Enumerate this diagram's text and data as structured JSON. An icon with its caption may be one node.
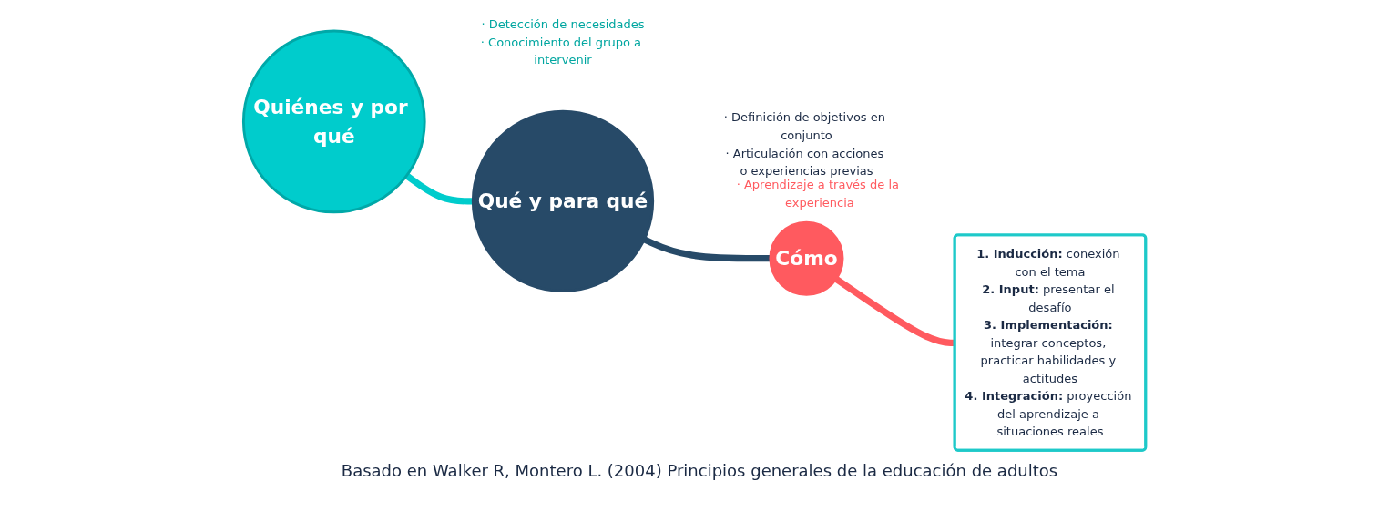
{
  "diagram": {
    "caption": "Basado en Walker R, Montero L. (2004) Principios generales de la educación de adultos",
    "nodes": [
      {
        "text": [
          "Quiénes y por qué"
        ],
        "beside": [
          "· Detección de necesidades",
          "· Conocimiento del grupo a intervenir"
        ]
      },
      {
        "text": [
          "Qué y para qué"
        ],
        "beside": [
          "· Definición de objetivos en conjunto",
          "· Articulación con acciones o experiencias previas"
        ]
      },
      {
        "text": [
          "Cómo"
        ],
        "beside": [
          "· Aprendizaje a través de la experiencia"
        ]
      },
      {
        "text": [
          "**1. Inducción:** conexión con el tema",
          "**2. Input:** presentar el desafío",
          "**3. Implementación:** integrar conceptos, practicar habilidades y actitudes",
          "**4. Integración:** proyección del aprendizaje a situaciones reales"
        ]
      }
    ],
    "edges": [
      {
        "from": 0,
        "to": 1,
        "arrow": "none",
        "color": "#00cccc"
      },
      {
        "from": 1,
        "to": 2,
        "arrow": "none",
        "color": "#274a68"
      },
      {
        "from": 2,
        "to": 3,
        "arrow": "none",
        "color": "#ff5a5f"
      }
    ]
  }
}
